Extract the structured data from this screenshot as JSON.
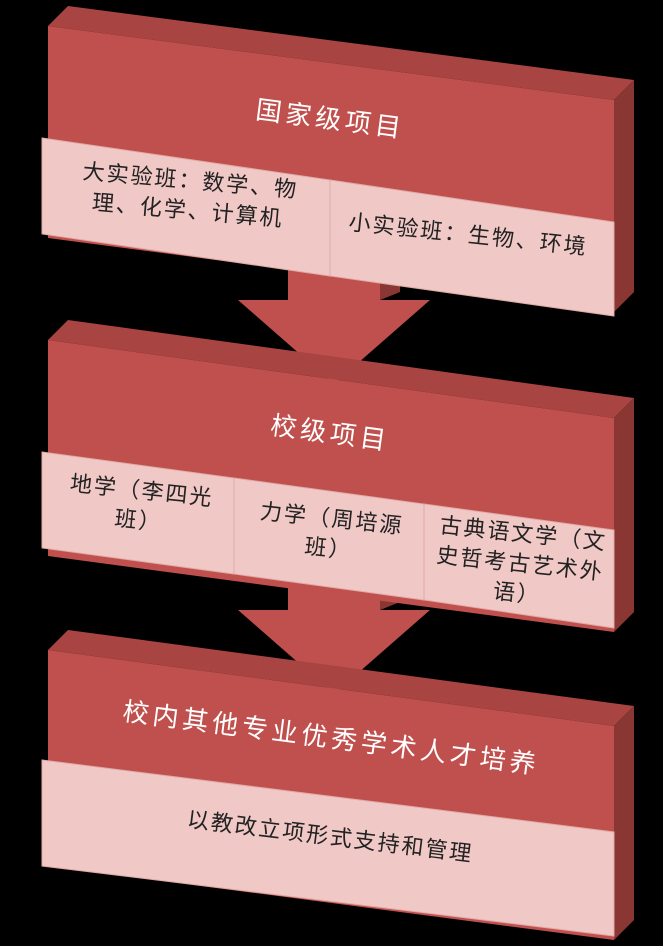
{
  "colors": {
    "block_front": "#c0504d",
    "block_top": "#a84441",
    "block_side": "#8a3734",
    "cell_fill": "#f0c8c6",
    "cell_stroke": "#e0aaa7",
    "arrow": "#c0504d",
    "background": "#000000"
  },
  "tiers": [
    {
      "title": "国家级项目",
      "cells": [
        "大实验班：数学、物理、化学、计算机",
        "小实验班：生物、环境"
      ]
    },
    {
      "title": "校级项目",
      "cells": [
        "地学（李四光班）",
        "力学（周培源班）",
        "古典语文学（文史哲考古艺术外语）"
      ]
    },
    {
      "title": "校内其他专业优秀学术人才培养",
      "cells": [
        "以教改立项形式支持和管理"
      ]
    }
  ]
}
